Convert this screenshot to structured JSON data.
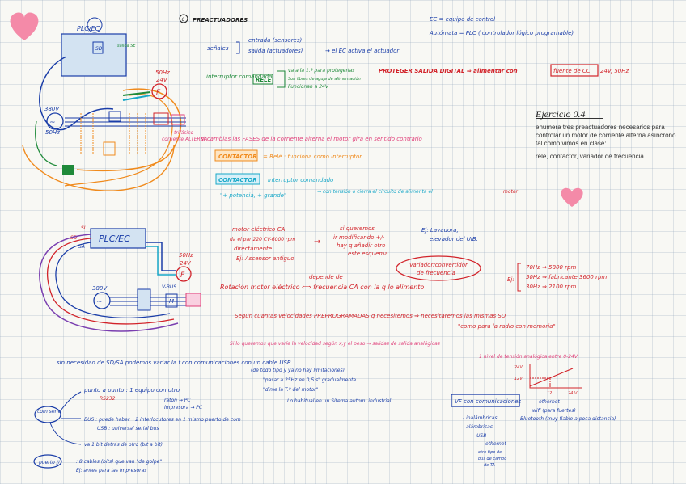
{
  "title": "PREACTUADORES",
  "top_right": {
    "ec_def": "EC = equipo de control",
    "automata_def": "Autómata = PLC ( controlador lógico programable)"
  },
  "diagram1": {
    "plc_label": "PLC/EC",
    "sd_label": "SD",
    "salida_label": "salida SE",
    "source_voltage": "380V",
    "source_freq": "50Hz",
    "psu_freq": "50Hz",
    "psu_voltage": "24V",
    "trifasico_label": "trifásico",
    "corriente_label": "corriente ALTERNA"
  },
  "signals": {
    "senales": "señales",
    "entrada": "entrada (sensores)",
    "salida": "salida (actuadores)",
    "result": "→ el EC activa el actuador"
  },
  "interruptor": {
    "label": "interruptor comandado",
    "rele": "RELÉ",
    "line1": "va a la 1.ª para protegerlas",
    "line2": "Son libres de aguja de alimentación",
    "line3": "Funcionan a 24V",
    "proteger": "PROTEGER SALIDA DIGITAL ⇒ alimentar con",
    "fuente": "fuente de CC",
    "fuente_spec": "24V, 50Hz"
  },
  "fases_line": "si cambias las FASES de la corriente alterna el motor gira en sentido contrario",
  "contactor1": {
    "label": "CONTACTOR",
    "desc": "= Relé : funciona como interruptor"
  },
  "contactor2": {
    "label": "CONTACTOR",
    "desc1": "interruptor comandado",
    "desc2": "\"+ potencia, + grande\"",
    "desc3": "→ con tensión o cierra el circuito de alimenta el",
    "motor": "motor"
  },
  "exercise": {
    "title": "Ejercicio  0.4",
    "question": "enumera tres preactuadores necesarios para controlar un motor de corriente alterna asíncrono tal como vimos en clase:",
    "answer": "relé, contactor, variador de frecuencia"
  },
  "diagram2": {
    "plc_label": "PLC/EC",
    "sd_label": "SD",
    "sa_label": "SA",
    "si_label": "SI",
    "psu_freq": "50Hz",
    "psu_voltage": "24V",
    "source_voltage": "380V",
    "v_label": "V-BUS",
    "motor_label": "M"
  },
  "motor_section": {
    "line1": "motor eléctrico CA",
    "line2": "da el par 220 CV-6000 rpm",
    "line3": "directamente",
    "line4": "Ej: Ascensor antiguo",
    "quiere1": "si queremos",
    "quiere2": "ir modificando +/-",
    "quiere3": "hay q añadir otro",
    "quiere4": "este esquema",
    "ej_lav1": "Ej: Lavadora,",
    "ej_lav2": "elevador del UIB.",
    "variador1": "Variador/convertidor",
    "variador2": "de frecuencia",
    "depende": "depende de",
    "rotacion": "Rotación motor eléctrico ⟺ frecuencia CA con la q lo alimento",
    "freq_ej": "Ej:",
    "f70": "70Hz ⇒ 5800 rpm",
    "f50": "50Hz ⇒ fabricante 3600 rpm",
    "f30": "30Hz ⇒ 2100 rpm",
    "velocidades": "Según cuantas velocidades PREPROGRAMADAS q necesitemos ⇒ necesitaremos las mismas SD",
    "lavadora": "\"como para la radio con memoria\"",
    "varie": "Si lo queremos que varíe la velocidad según x,y el peso ⇒ salidas de salida analógicas",
    "nivel": "1 nivel de tensión analógica entre 0-24V"
  },
  "graph": {
    "y_top": "24V",
    "y_mid": "12V",
    "x_mid": "12",
    "x_right": "24 V"
  },
  "bus_section": {
    "main": "sin necesidad de SD/SA podemos variar la f con comunicaciones con un cable USB",
    "sub": "(de todo tipo y ya no hay limitaciones)",
    "pasar": "\"pasar a 25Hz en 0,5 s\" gradualmente",
    "dime": "\"dime la T.ª del motor\"",
    "habitual": "Lo habitual en un Sitema autom. industrial",
    "vf_box": "VF con comunicaciones",
    "inalambrico": "- inalámbricas",
    "alambricas": "- alámbricas",
    "ethernet": "ethernet",
    "wifi": "wifi (para fuertes)",
    "bluetooth": "Bluetooth (muy fiable a poca distancia)",
    "usb": "- USB",
    "ethernet2": "ethernet",
    "tipo1": "otro tipo de",
    "tipo2": "bus de campo",
    "tipo3": "de TA"
  },
  "com_section": {
    "com_serie": "com serie",
    "punto": "punto a punto : 1 equipo con otro",
    "rs232": "RS232",
    "raton": "ratón → PC",
    "impresora": "impresora → PC",
    "bus": "BUS : puede haber +2 interlocutores en 1 mismo puerto de com",
    "usb_univ": "USB : universal serial bus",
    "bit": "va 1 bit detrás de otro (bit a bit)",
    "paralelo": "puerto //",
    "paralelo_desc": ": 8 cables (bits) que van \"de golpe\"",
    "paralelo_ej": "Ej: antes para las impresoras"
  }
}
